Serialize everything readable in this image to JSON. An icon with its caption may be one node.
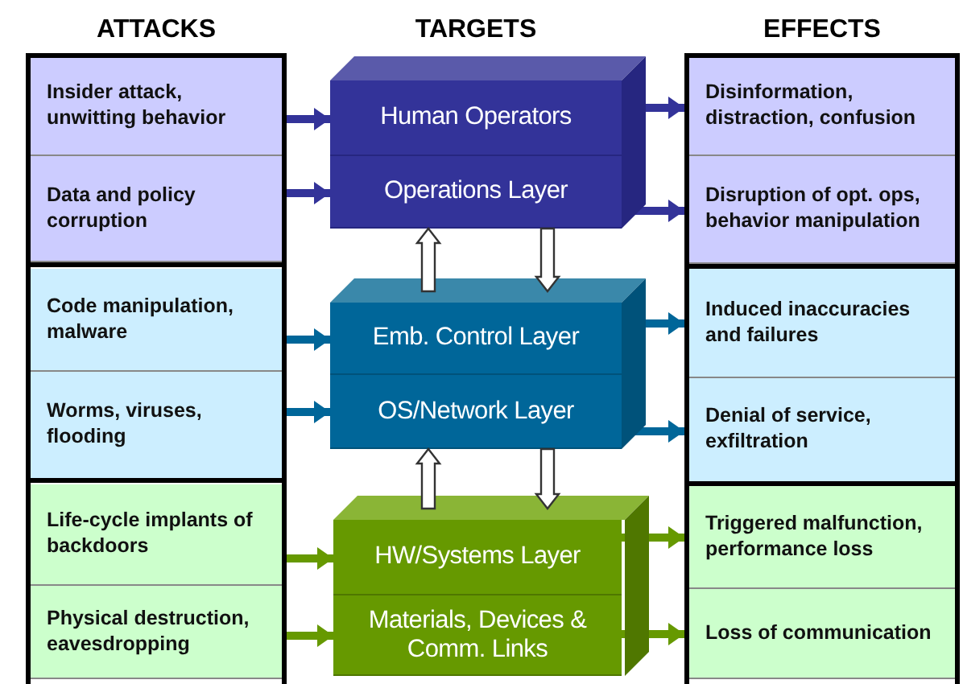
{
  "diagram": {
    "nodes": [
      {
        "text": [
          "Insider attack, unwitting behavior"
        ]
      },
      {
        "text": [
          "Data and policy corruption"
        ]
      },
      {
        "text": [
          "Code manipulation, malware"
        ]
      },
      {
        "text": [
          "Worms, viruses, flooding"
        ]
      },
      {
        "text": [
          "Life-cycle implants of backdoors"
        ]
      },
      {
        "text": [
          "Physical destruction, eavesdropping"
        ]
      },
      {
        "text": [],
        "shape": "box"
      },
      {
        "text": [
          "Human Operators"
        ],
        "in": 6
      },
      {
        "text": [
          "Operations Layer"
        ],
        "in": 6
      },
      {
        "text": [],
        "shape": "box"
      },
      {
        "text": [
          "Emb. Control Layer"
        ],
        "in": 9
      },
      {
        "text": [
          "OS/Network Layer"
        ],
        "in": 9
      },
      {
        "text": [],
        "shape": "box"
      },
      {
        "text": [
          "HW/Systems Layer"
        ],
        "in": 12
      },
      {
        "text": [
          "Materials, Devices & Comm. Links"
        ],
        "in": 12
      },
      {
        "text": [
          "Disinformation, distraction, confusion"
        ]
      },
      {
        "text": [
          "Disruption of opt. ops, behavior manipulation"
        ]
      },
      {
        "text": [
          "Induced inaccuracies and failures"
        ]
      },
      {
        "text": [
          "Denial of service, exfiltration"
        ]
      },
      {
        "text": [
          "Triggered malfunction, performance loss"
        ]
      },
      {
        "text": [
          "Loss of communication"
        ]
      }
    ],
    "edges": [
      {
        "from": 0,
        "to": 7,
        "arrow": "to",
        "color": "#333399"
      },
      {
        "from": 1,
        "to": 8,
        "arrow": "to",
        "color": "#333399"
      },
      {
        "from": 2,
        "to": 10,
        "arrow": "to",
        "color": "#006699"
      },
      {
        "from": 3,
        "to": 11,
        "arrow": "to",
        "color": "#006699"
      },
      {
        "from": 4,
        "to": 13,
        "arrow": "to",
        "color": "#669900"
      },
      {
        "from": 5,
        "to": 14,
        "arrow": "to",
        "color": "#669900"
      },
      {
        "from": 7,
        "to": 15,
        "arrow": "to",
        "color": "#333399"
      },
      {
        "from": 8,
        "to": 16,
        "arrow": "to",
        "color": "#333399"
      },
      {
        "from": 10,
        "to": 17,
        "arrow": "to",
        "color": "#006699"
      },
      {
        "from": 11,
        "to": 18,
        "arrow": "to",
        "color": "#006699"
      },
      {
        "from": 13,
        "to": 19,
        "arrow": "to",
        "color": "#669900"
      },
      {
        "from": 14,
        "to": 20,
        "arrow": "to",
        "color": "#669900"
      },
      {
        "from": 9,
        "to": 6,
        "arrow": "to",
        "style": "thick"
      },
      {
        "from": 6,
        "to": 9,
        "arrow": "to",
        "style": "thick"
      },
      {
        "from": 12,
        "to": 9,
        "arrow": "to",
        "style": "thick"
      },
      {
        "from": 9,
        "to": 12,
        "arrow": "to",
        "style": "thick"
      }
    ],
    "labels": [
      "ATTACKS",
      "TARGETS",
      "EFFECTS"
    ]
  }
}
